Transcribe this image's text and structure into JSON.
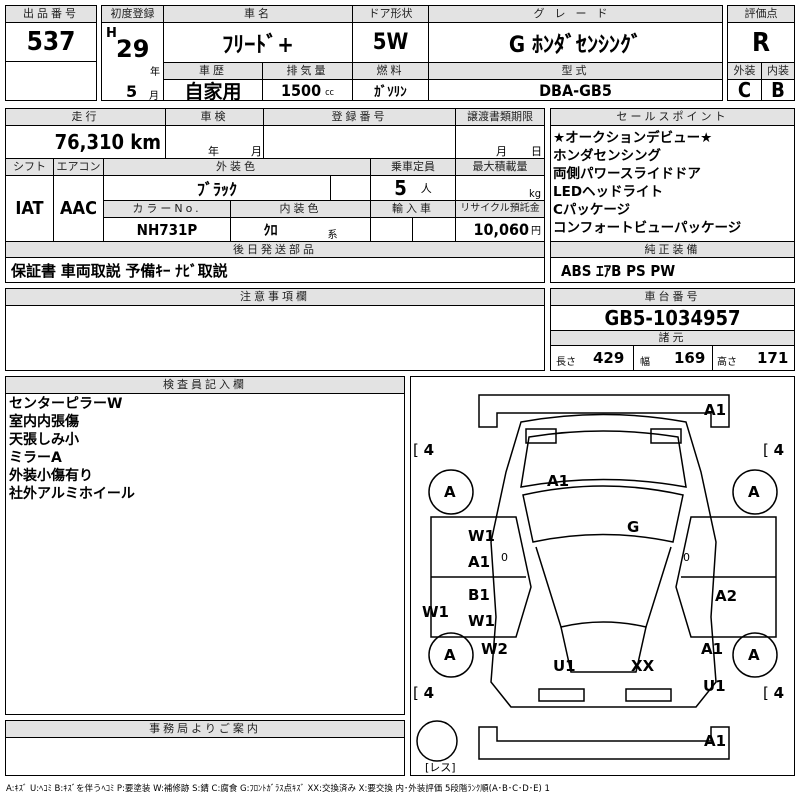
{
  "listing": {
    "label": "出品番号",
    "value": "537"
  },
  "first_reg": {
    "label": "初度登録",
    "era": "H",
    "year": "29",
    "year_unit": "年",
    "month": "5",
    "month_unit": "月"
  },
  "car_name": {
    "label": "車名",
    "value": "ﾌﾘｰﾄﾞ+"
  },
  "door": {
    "label": "ドア形状",
    "value": "5W"
  },
  "grade": {
    "label": "グレード",
    "value": "G ﾎﾝﾀﾞｾﾝｼﾝｸﾞ"
  },
  "score": {
    "label": "評価点",
    "value": "R",
    "ext_label": "外装",
    "int_label": "内装",
    "ext": "C",
    "int": "B"
  },
  "history": {
    "label": "車歴",
    "value": "自家用"
  },
  "displacement": {
    "label": "排気量",
    "value": "1500",
    "unit": "cc"
  },
  "fuel": {
    "label": "燃料",
    "value": "ｶﾞｿﾘﾝ"
  },
  "model": {
    "label": "型式",
    "value": "DBA-GB5"
  },
  "mileage": {
    "label": "走行",
    "value": "76,310 km"
  },
  "inspection": {
    "label": "車検",
    "year_unit": "年",
    "month_unit": "月"
  },
  "reg_no": {
    "label": "登録番号"
  },
  "transfer": {
    "label": "譲渡書類期限",
    "month_unit": "月",
    "day_unit": "日"
  },
  "shift": {
    "label": "シフト",
    "value": "IAT"
  },
  "aircon": {
    "label": "エアコン",
    "value": "AAC"
  },
  "ext_color": {
    "label": "外装色",
    "value": "ﾌﾞﾗｯｸ"
  },
  "capacity": {
    "label": "乗車定員",
    "value": "5",
    "unit": "人"
  },
  "max_load": {
    "label": "最大積載量",
    "unit": "kg"
  },
  "color_no": {
    "label": "カラーNo.",
    "value": "NH731P"
  },
  "int_color": {
    "label": "内装色",
    "value": "ｸﾛ",
    "unit": "系"
  },
  "import": {
    "label": "輸入車"
  },
  "recycle": {
    "label": "リサイクル預託金",
    "value": "10,060",
    "unit": "円"
  },
  "later_parts": {
    "label": "後日発送部品",
    "value": "保証書 車両取説 予備ｷｰ ﾅﾋﾞ取説"
  },
  "sales_points": {
    "label": "セールスポイント",
    "items": [
      "★オークションデビュー★",
      "ホンダセンシング",
      "両側パワースライドドア",
      "LEDヘッドライト",
      "Cパッケージ",
      "コンフォートビューパッケージ"
    ]
  },
  "equipment": {
    "label": "純正装備",
    "value": "ABS ｴｱB PS PW"
  },
  "notes": {
    "label": "注意事項欄"
  },
  "chassis": {
    "label": "車台番号",
    "value": "GB5-1034957"
  },
  "specs": {
    "label": "諸元",
    "length_label": "長さ",
    "length": "429",
    "width_label": "幅",
    "width": "169",
    "height_label": "高さ",
    "height": "171"
  },
  "inspector": {
    "label": "検査員記入欄",
    "lines": [
      "センターピラーW",
      "室内内張傷",
      "天張しみ小",
      "ミラーA",
      "外装小傷有り",
      "社外アルミホイール"
    ]
  },
  "office": {
    "label": "事務局よりご案内"
  },
  "diagram": {
    "marks": [
      "A1",
      "A1",
      "G",
      "W1",
      "A1",
      "B1",
      "W1",
      "W1",
      "A2",
      "W2",
      "A1",
      "U1",
      "XX",
      "U1",
      "A1"
    ],
    "tires": [
      "A",
      "A",
      "A",
      "A"
    ],
    "tread": [
      "4",
      "4",
      "4",
      "4"
    ],
    "zero": "0",
    "spare": "レス"
  },
  "legend": "A:ｷｽﾞ U:ﾍｺﾐ B:ｷｽﾞを伴うﾍｺﾐ P:要塗装 W:補修跡 S:錆 C:腐食 G:ﾌﾛﾝﾄｶﾞﾗｽ点ｷｽﾞ XX:交換済み X:要交換 内･外装評価 5段階ﾗﾝｸ順(A･B･C･D･E) 1"
}
